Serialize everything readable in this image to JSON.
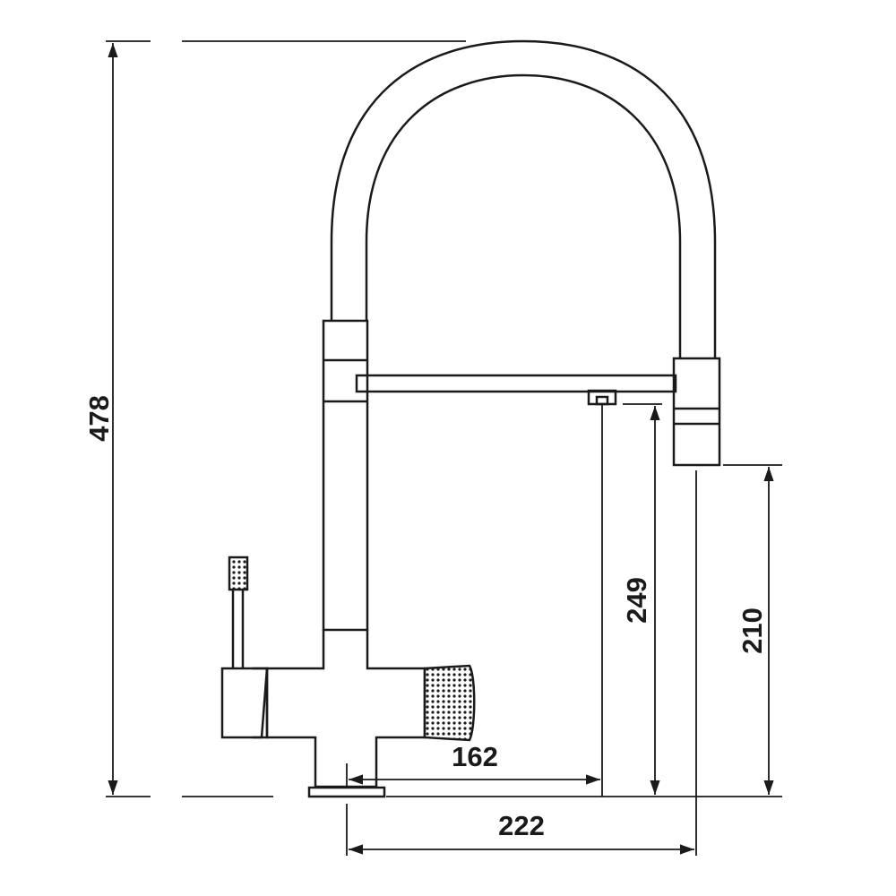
{
  "dimensions": {
    "overall_height": "478",
    "spout_outlet_height": "249",
    "spray_head_height": "210",
    "spout_reach": "162",
    "spray_head_reach": "222"
  },
  "colors": {
    "line": "#1a1a1a",
    "background": "#ffffff"
  }
}
